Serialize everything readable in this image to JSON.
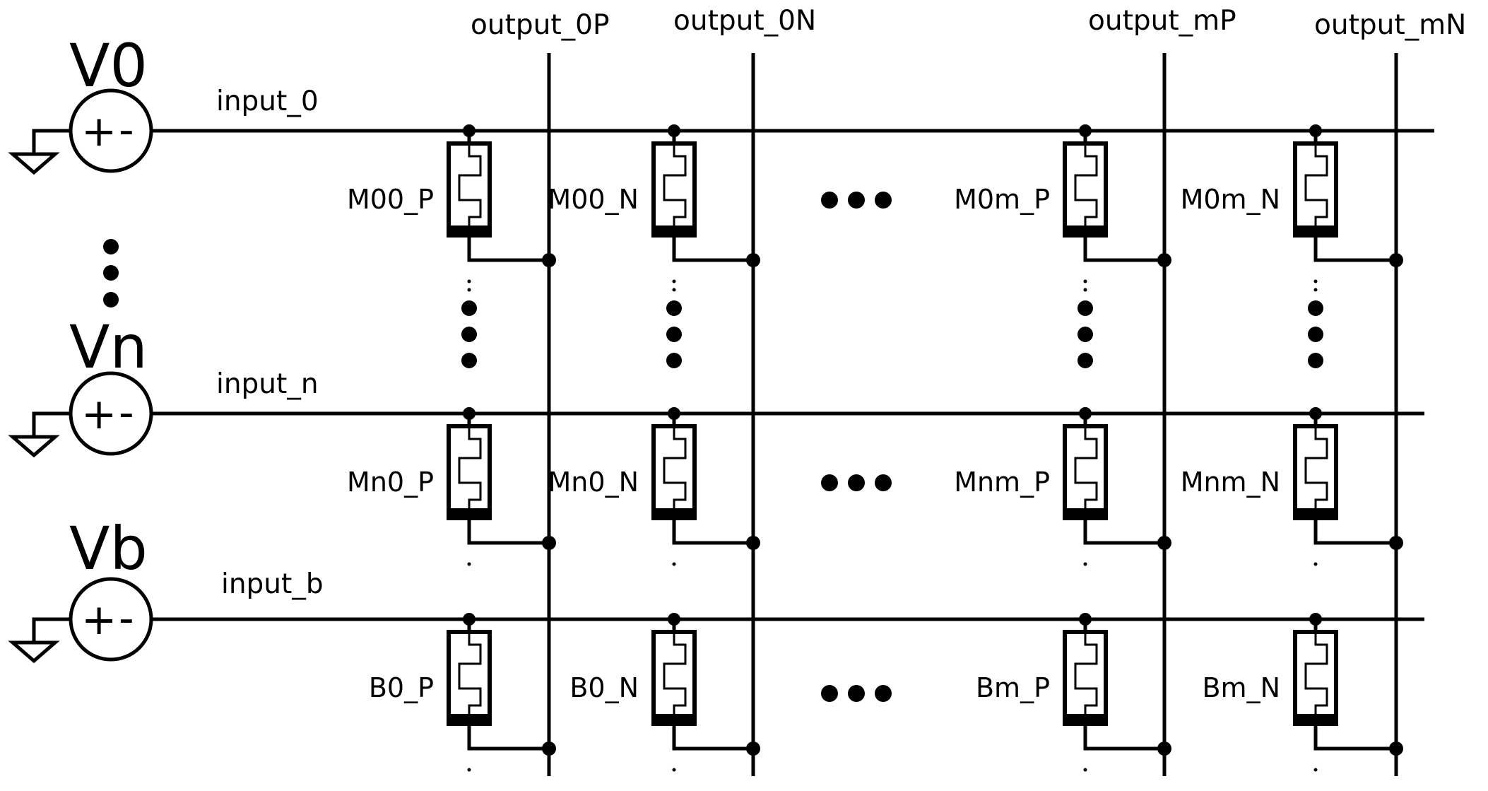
{
  "sources": [
    {
      "name": "V0",
      "wire_label": "input_0",
      "plus": "+",
      "minus": "-"
    },
    {
      "name": "Vn",
      "wire_label": "input_n",
      "plus": "+",
      "minus": "-"
    },
    {
      "name": "Vb",
      "wire_label": "input_b",
      "plus": "+",
      "minus": "-"
    }
  ],
  "outputs": [
    "output_0P",
    "output_0N",
    "output_mP",
    "output_mN"
  ],
  "memristor_rows": [
    [
      "M00_P",
      "M00_N",
      "M0m_P",
      "M0m_N"
    ],
    [
      "Mn0_P",
      "Mn0_N",
      "Mnm_P",
      "Mnm_N"
    ],
    [
      "B0_P",
      "B0_N",
      "Bm_P",
      "Bm_N"
    ]
  ]
}
